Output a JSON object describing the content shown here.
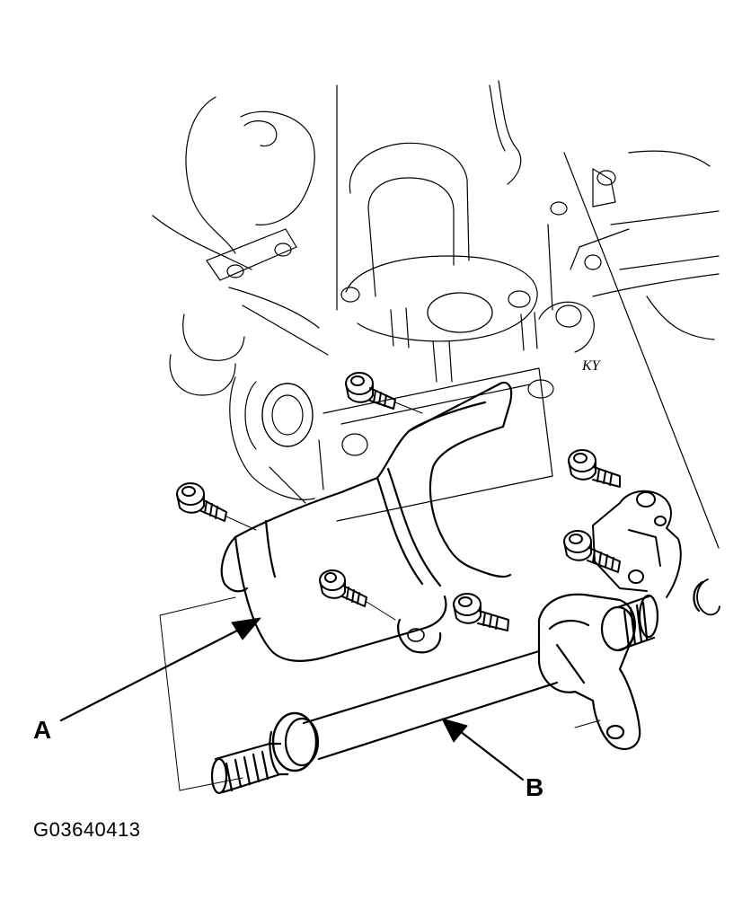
{
  "callouts": {
    "a": "A",
    "b": "B"
  },
  "figure_id": "G03640413"
}
